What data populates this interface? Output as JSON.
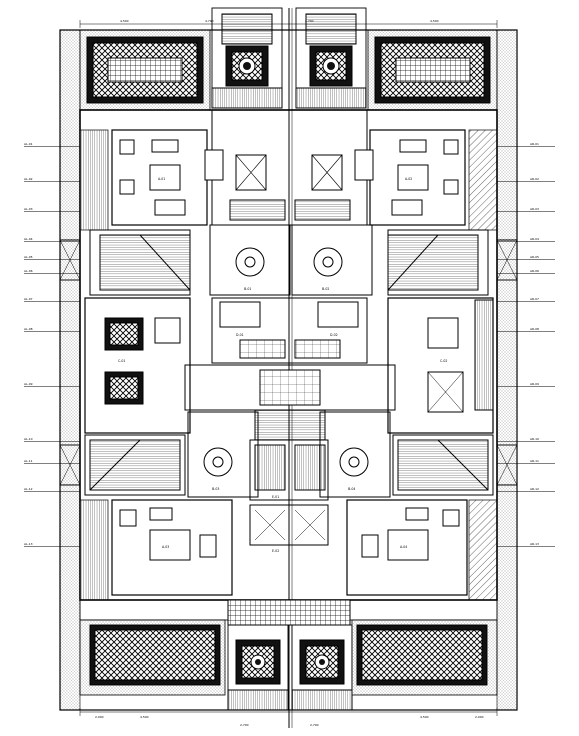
{
  "drawing": {
    "type": "architectural floor plan",
    "colors": {
      "line": "#000000",
      "background": "#ffffff",
      "hatch": "#000000"
    },
    "dimension_labels": {
      "top_left": "4,500",
      "top_mid_left": "4,700",
      "top_mid_right": "4,700",
      "top_right": "4,500",
      "bottom_left": "2,000",
      "bottom_mid_left": "4,500",
      "bottom_mid_right": "4,500",
      "bottom_right": "2,000",
      "bottom_center_left": "2,700",
      "bottom_center_right": "2,700"
    },
    "rooms": {
      "living_tl": "A-01",
      "living_tr": "A-02",
      "dining_tl": "B-01",
      "dining_tr": "B-02",
      "bed_ml": "C-01",
      "bed_mr": "C-02",
      "bath_l": "D-01",
      "bath_r": "D-02",
      "dining_bl": "B-03",
      "dining_br": "B-04",
      "living_bl": "A-03",
      "living_br": "A-04",
      "hall_center": "E-01",
      "elev_center": "E-02"
    },
    "side_tags_left": [
      "AL-01",
      "AL-02",
      "AL-03",
      "AL-04",
      "AL-05",
      "AL-06",
      "AL-07",
      "AL-08",
      "AL-09",
      "AL-10",
      "AL-11",
      "AL-12",
      "AL-13"
    ],
    "side_tags_right": [
      "AR-01",
      "AR-02",
      "AR-03",
      "AR-04",
      "AR-05",
      "AR-06",
      "AR-07",
      "AR-08",
      "AR-09",
      "AR-10",
      "AR-11",
      "AR-12",
      "AR-13"
    ]
  }
}
